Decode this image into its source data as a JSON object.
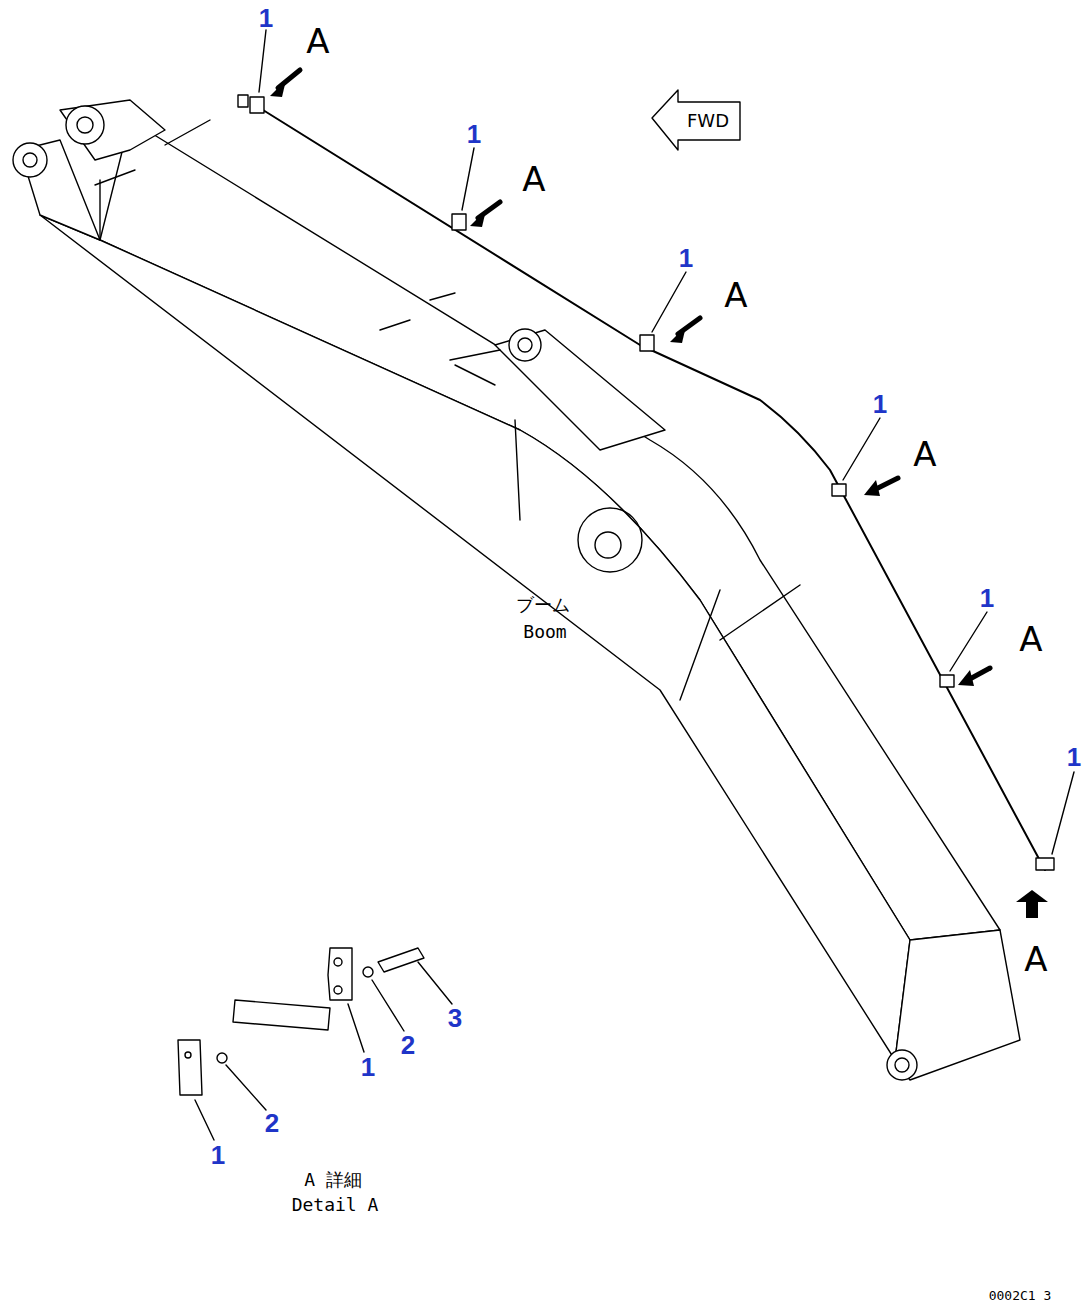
{
  "diagram": {
    "labels": [
      "1",
      "A",
      "FWD",
      "1",
      "A",
      "1",
      "A",
      "1",
      "A",
      "1",
      "A",
      "ブーム",
      "Boom",
      "1",
      "A",
      "3",
      "2",
      "1",
      "2",
      "1",
      "A 詳細",
      "Detail A",
      "0002C1 3"
    ]
  }
}
